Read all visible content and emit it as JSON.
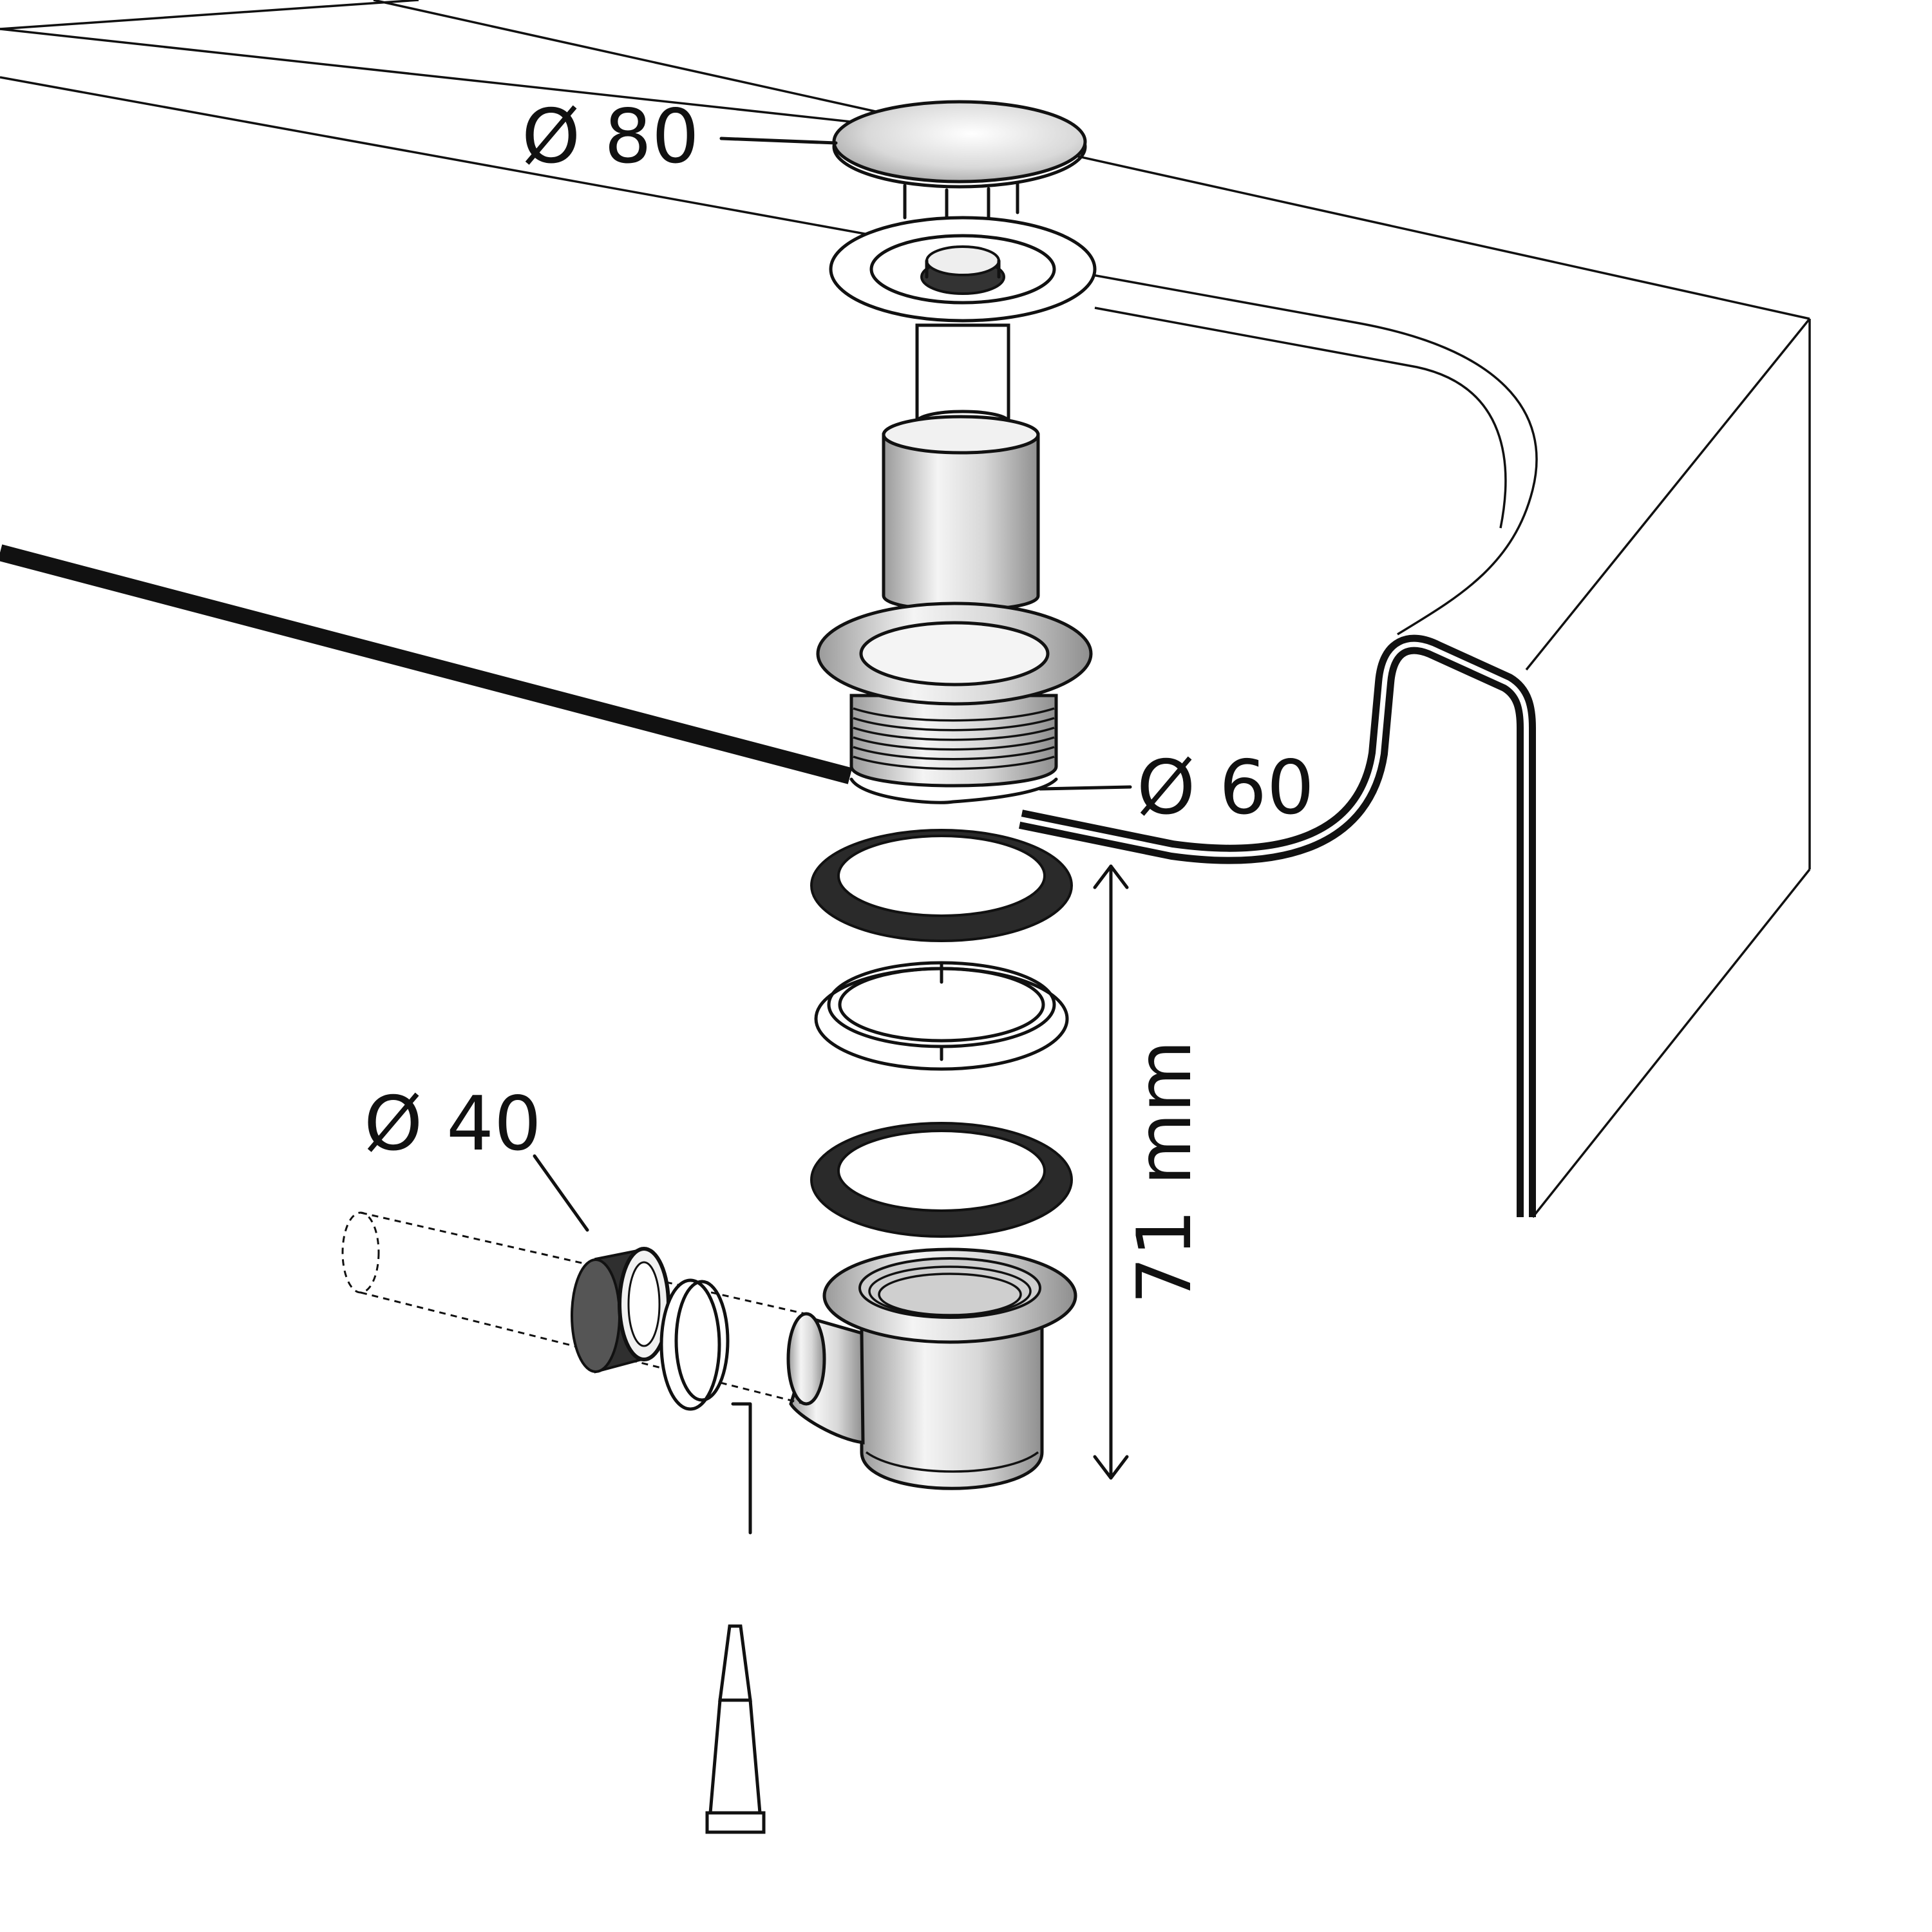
{
  "labels": {
    "cover_diameter": "Ø 80",
    "flange_diameter": "Ø 60",
    "outlet_diameter": "Ø 40",
    "height": "71 mm"
  },
  "colors": {
    "line": "#111111",
    "metal_light": "#f4f4f4",
    "metal_dark": "#a9a9a9",
    "gasket": "#2a2a2a",
    "background": "#ffffff"
  },
  "icons": {
    "sealant": "sealant-tube-icon"
  }
}
